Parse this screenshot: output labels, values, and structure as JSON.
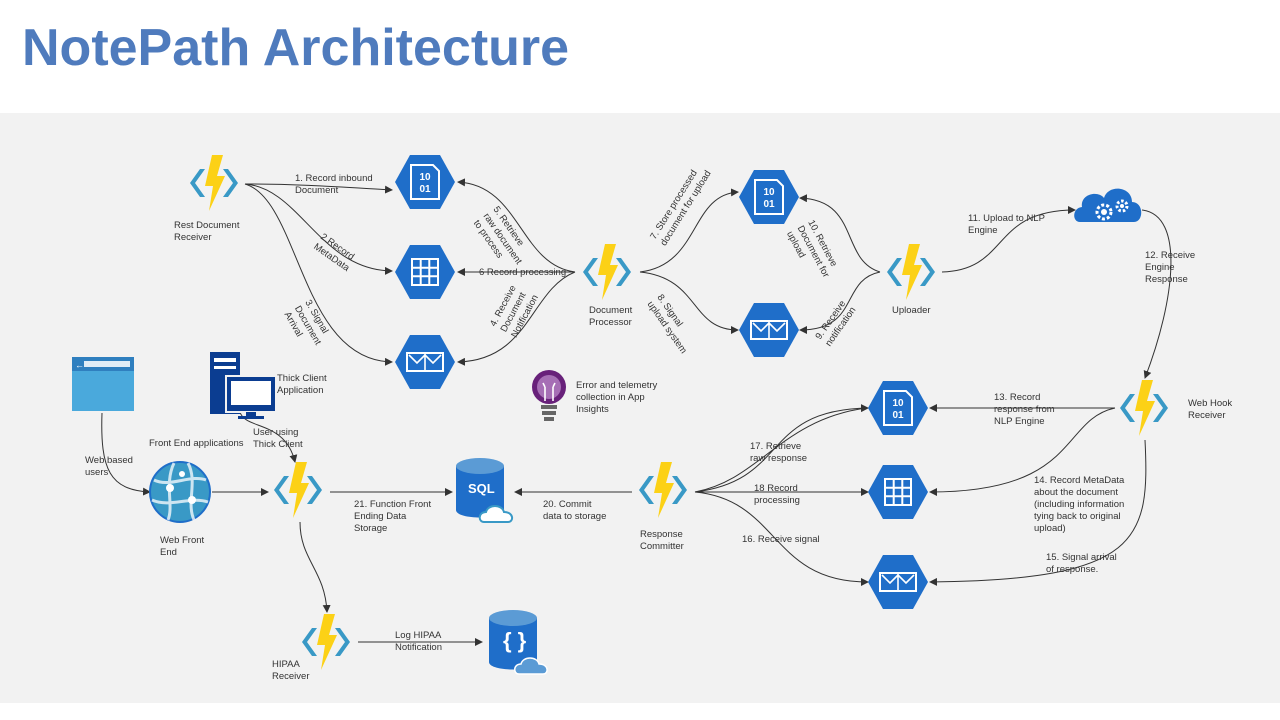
{
  "title": "NotePath Architecture",
  "nodes": {
    "rest_receiver": "Rest Document\nReceiver",
    "doc_processor": "Document\nProcessor",
    "uploader": "Uploader",
    "webhook_receiver": "Web Hook\nReceiver",
    "response_committer": "Response\nCommitter",
    "hipaa_receiver": "HIPAA\nReceiver",
    "web_front_end": "Web Front\nEnd",
    "thick_client": "Thick Client\nApplication",
    "app_insights": "Error and telemetry\ncollection in App\nInsights",
    "web_users": "Web based\nusers",
    "front_end_apps": "Front End applications",
    "thick_client_user": "User using\nThick Client"
  },
  "edges": {
    "e1": "1. Record inbound\nDocument",
    "e2": "2.Record\nMetaData",
    "e3": "3. Signal\nDocument\nArrival",
    "e4": "4. Receive\nDocument\nNotification",
    "e5": "5. Retrieve\nraw document\nto process",
    "e6": "6 Record processing",
    "e7": "7. Store processed\ndocument for upload",
    "e8": "8. Signal\nupload system",
    "e9": "9. Receive\nnotification",
    "e10": "10. Retrieve\nDocument for\nupload",
    "e11": "11. Upload to NLP\nEngine",
    "e12": "12. Receive\nEngine\nResponse",
    "e13": "13. Record\nresponse from\nNLP Engine",
    "e14": "14. Record MetaData\nabout the document\n(including information\ntying back to original\nupload)",
    "e15": "15. Signal arrival\nof response.",
    "e16": "16. Receive signal",
    "e17": "17. Retrieve\nraw response",
    "e18": "18 Record\nprocessing",
    "e20": "20. Commit\ndata to storage",
    "e21": "21. Function Front\nEnding Data\nStorage",
    "log_hipaa": "Log HIPAA\nNotification"
  },
  "icons": {
    "sql_label": "SQL",
    "blob_bits": "10\n01"
  },
  "colors": {
    "title": "#4f7bbd",
    "azure_blue": "#0072c6",
    "function_yellow": "#fcd116",
    "function_bracket": "#3999c6",
    "insights_purple": "#68217a"
  }
}
